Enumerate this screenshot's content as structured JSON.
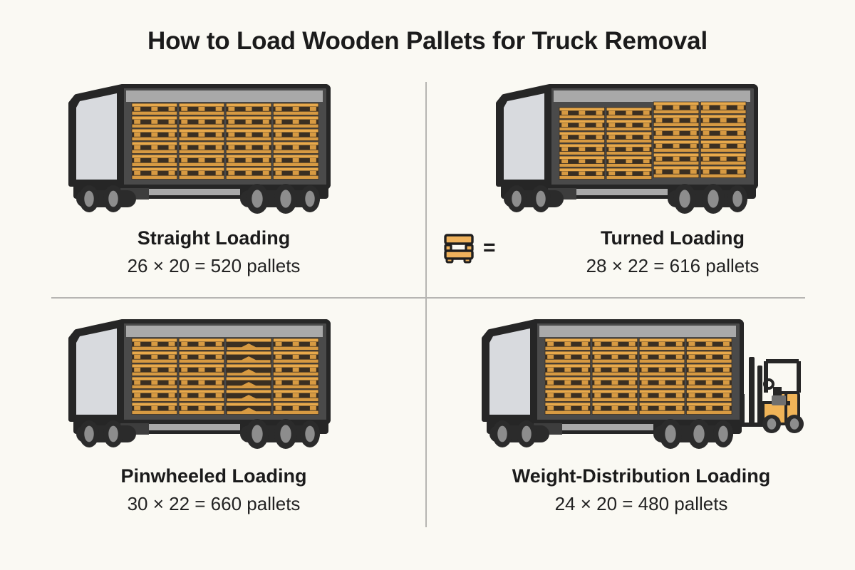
{
  "title": "How to Load Wooden Pallets for Truck Removal",
  "background_color": "#faf9f3",
  "divider_color": "#b6b5b2",
  "palette": {
    "pallet_light": "#e8a94b",
    "pallet_mid": "#d79a42",
    "pallet_dark": "#3a2f22",
    "truck_outline": "#262626",
    "cab_panel": "#d8dade",
    "trailer_interior": "#4a4a4a",
    "trailer_roof": "#a9a9a9",
    "tire": "#2b2b2b",
    "hub": "#8d8d8d",
    "forklift_body": "#f0b458",
    "text": "#1b1b1b"
  },
  "quadrants": [
    {
      "id": "straight",
      "title": "Straight Loading",
      "subtitle": "26 × 20 = 520 pallets",
      "rows": 6,
      "columns": 4,
      "pattern": "straight",
      "has_forklift": false,
      "has_pallet_badge": false
    },
    {
      "id": "turned",
      "title": "Turned Loading",
      "subtitle": "28 × 22 = 616 pallets",
      "rows": 6,
      "columns": 4,
      "pattern": "turned",
      "has_forklift": false,
      "has_pallet_badge": true,
      "badge_equals": "="
    },
    {
      "id": "pinwheeled",
      "title": "Pinwheeled Loading",
      "subtitle": "30 × 22 = 660 pallets",
      "rows": 6,
      "columns": 4,
      "pattern": "pinwheeled",
      "has_forklift": false,
      "has_pallet_badge": false
    },
    {
      "id": "weight-distribution",
      "title": "Weight-Distribution Loading",
      "subtitle": "24 × 20 = 480 pallets",
      "rows": 6,
      "columns": 4,
      "pattern": "straight",
      "has_forklift": true,
      "has_pallet_badge": false
    }
  ],
  "icons": {
    "pallet_badge": "pallet-icon",
    "forklift": "forklift-icon",
    "truck": "box-truck-icon"
  }
}
